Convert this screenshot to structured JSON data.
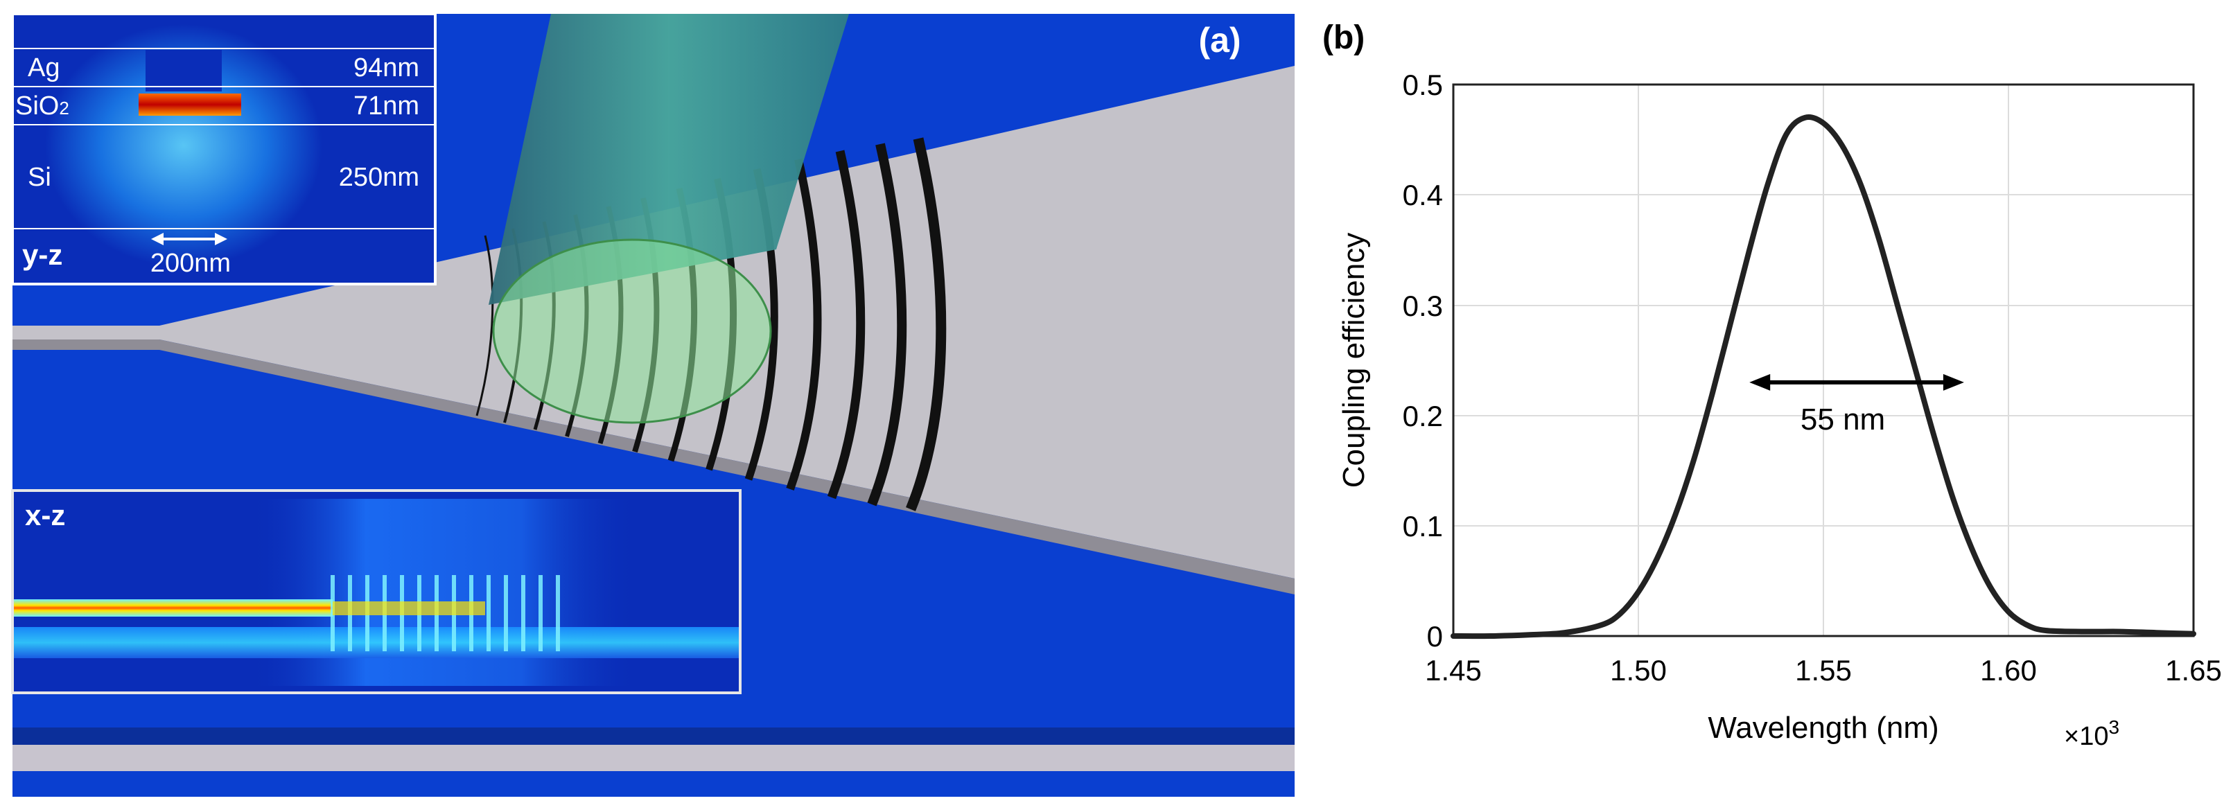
{
  "panel_a": {
    "label": "(a)",
    "inset_yz": {
      "view_label": "y-z",
      "layers": [
        {
          "material": "Ag",
          "thickness": "94nm"
        },
        {
          "material": "SiO",
          "subscript": "2",
          "thickness": "71nm"
        },
        {
          "material": "Si",
          "thickness": "250nm"
        }
      ],
      "scale_label": "200nm"
    },
    "inset_xz": {
      "view_label": "x-z"
    }
  },
  "chart_data": {
    "type": "line",
    "panel_label": "(b)",
    "title": "",
    "xlabel": "Wavelength (nm)",
    "ylabel": "Coupling efficiency",
    "x_multiplier": "×10",
    "x_multiplier_exp": "3",
    "xlim": [
      1.45,
      1.65
    ],
    "ylim": [
      0,
      0.5
    ],
    "xticks": [
      1.45,
      1.5,
      1.55,
      1.6,
      1.65
    ],
    "xtick_labels": [
      "1.45",
      "1.50",
      "1.55",
      "1.60",
      "1.65"
    ],
    "yticks": [
      0,
      0.1,
      0.2,
      0.3,
      0.4,
      0.5
    ],
    "ytick_labels": [
      "0",
      "0.1",
      "0.2",
      "0.3",
      "0.4",
      "0.5"
    ],
    "grid": true,
    "series": [
      {
        "color": "#222222",
        "x": [
          1.45,
          1.46,
          1.47,
          1.48,
          1.49,
          1.495,
          1.5,
          1.505,
          1.51,
          1.515,
          1.52,
          1.525,
          1.53,
          1.535,
          1.54,
          1.545,
          1.55,
          1.555,
          1.56,
          1.565,
          1.57,
          1.575,
          1.58,
          1.585,
          1.59,
          1.595,
          1.6,
          1.605,
          1.61,
          1.62,
          1.63,
          1.64,
          1.65
        ],
        "y": [
          0.0,
          0.0,
          0.001,
          0.003,
          0.01,
          0.02,
          0.04,
          0.07,
          0.11,
          0.16,
          0.22,
          0.285,
          0.35,
          0.41,
          0.455,
          0.47,
          0.465,
          0.445,
          0.41,
          0.36,
          0.3,
          0.24,
          0.18,
          0.125,
          0.08,
          0.045,
          0.022,
          0.01,
          0.005,
          0.004,
          0.004,
          0.003,
          0.002
        ]
      }
    ],
    "annotation": {
      "label": "55 nm",
      "from_x": 1.53,
      "to_x": 1.588,
      "y": 0.23
    }
  }
}
